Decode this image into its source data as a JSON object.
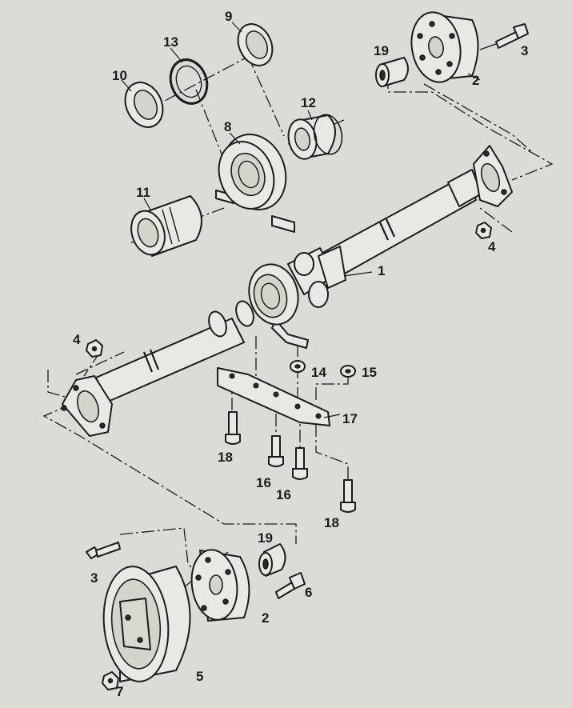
{
  "diagram": {
    "colors": {
      "ink": "#1b1b1b",
      "paper": "#dcdcd6",
      "part_fill": "#e9e9e3"
    },
    "callouts": {
      "c1": "1",
      "c2a": "2",
      "c2b": "2",
      "c3a": "3",
      "c3b": "3",
      "c4a": "4",
      "c4b": "4",
      "c5": "5",
      "c6": "6",
      "c7": "7",
      "c8": "8",
      "c9": "9",
      "c10": "10",
      "c11": "11",
      "c12": "12",
      "c13": "13",
      "c14": "14",
      "c15": "15",
      "c16a": "16",
      "c16b": "16",
      "c17": "17",
      "c18a": "18",
      "c18b": "18",
      "c19a": "19",
      "c19b": "19"
    },
    "parts": {
      "propeller_shaft": "drive-shaft",
      "flexible_coupling": "flexible-disc",
      "coupling_bolt": "hex-bolt",
      "flange_nut": "hex-nut",
      "vibration_damper": "damper-drum",
      "center_bearing": "support-bearing",
      "bearing_mount": "mount-bracket",
      "centering_sleeve": "sleeve"
    }
  }
}
